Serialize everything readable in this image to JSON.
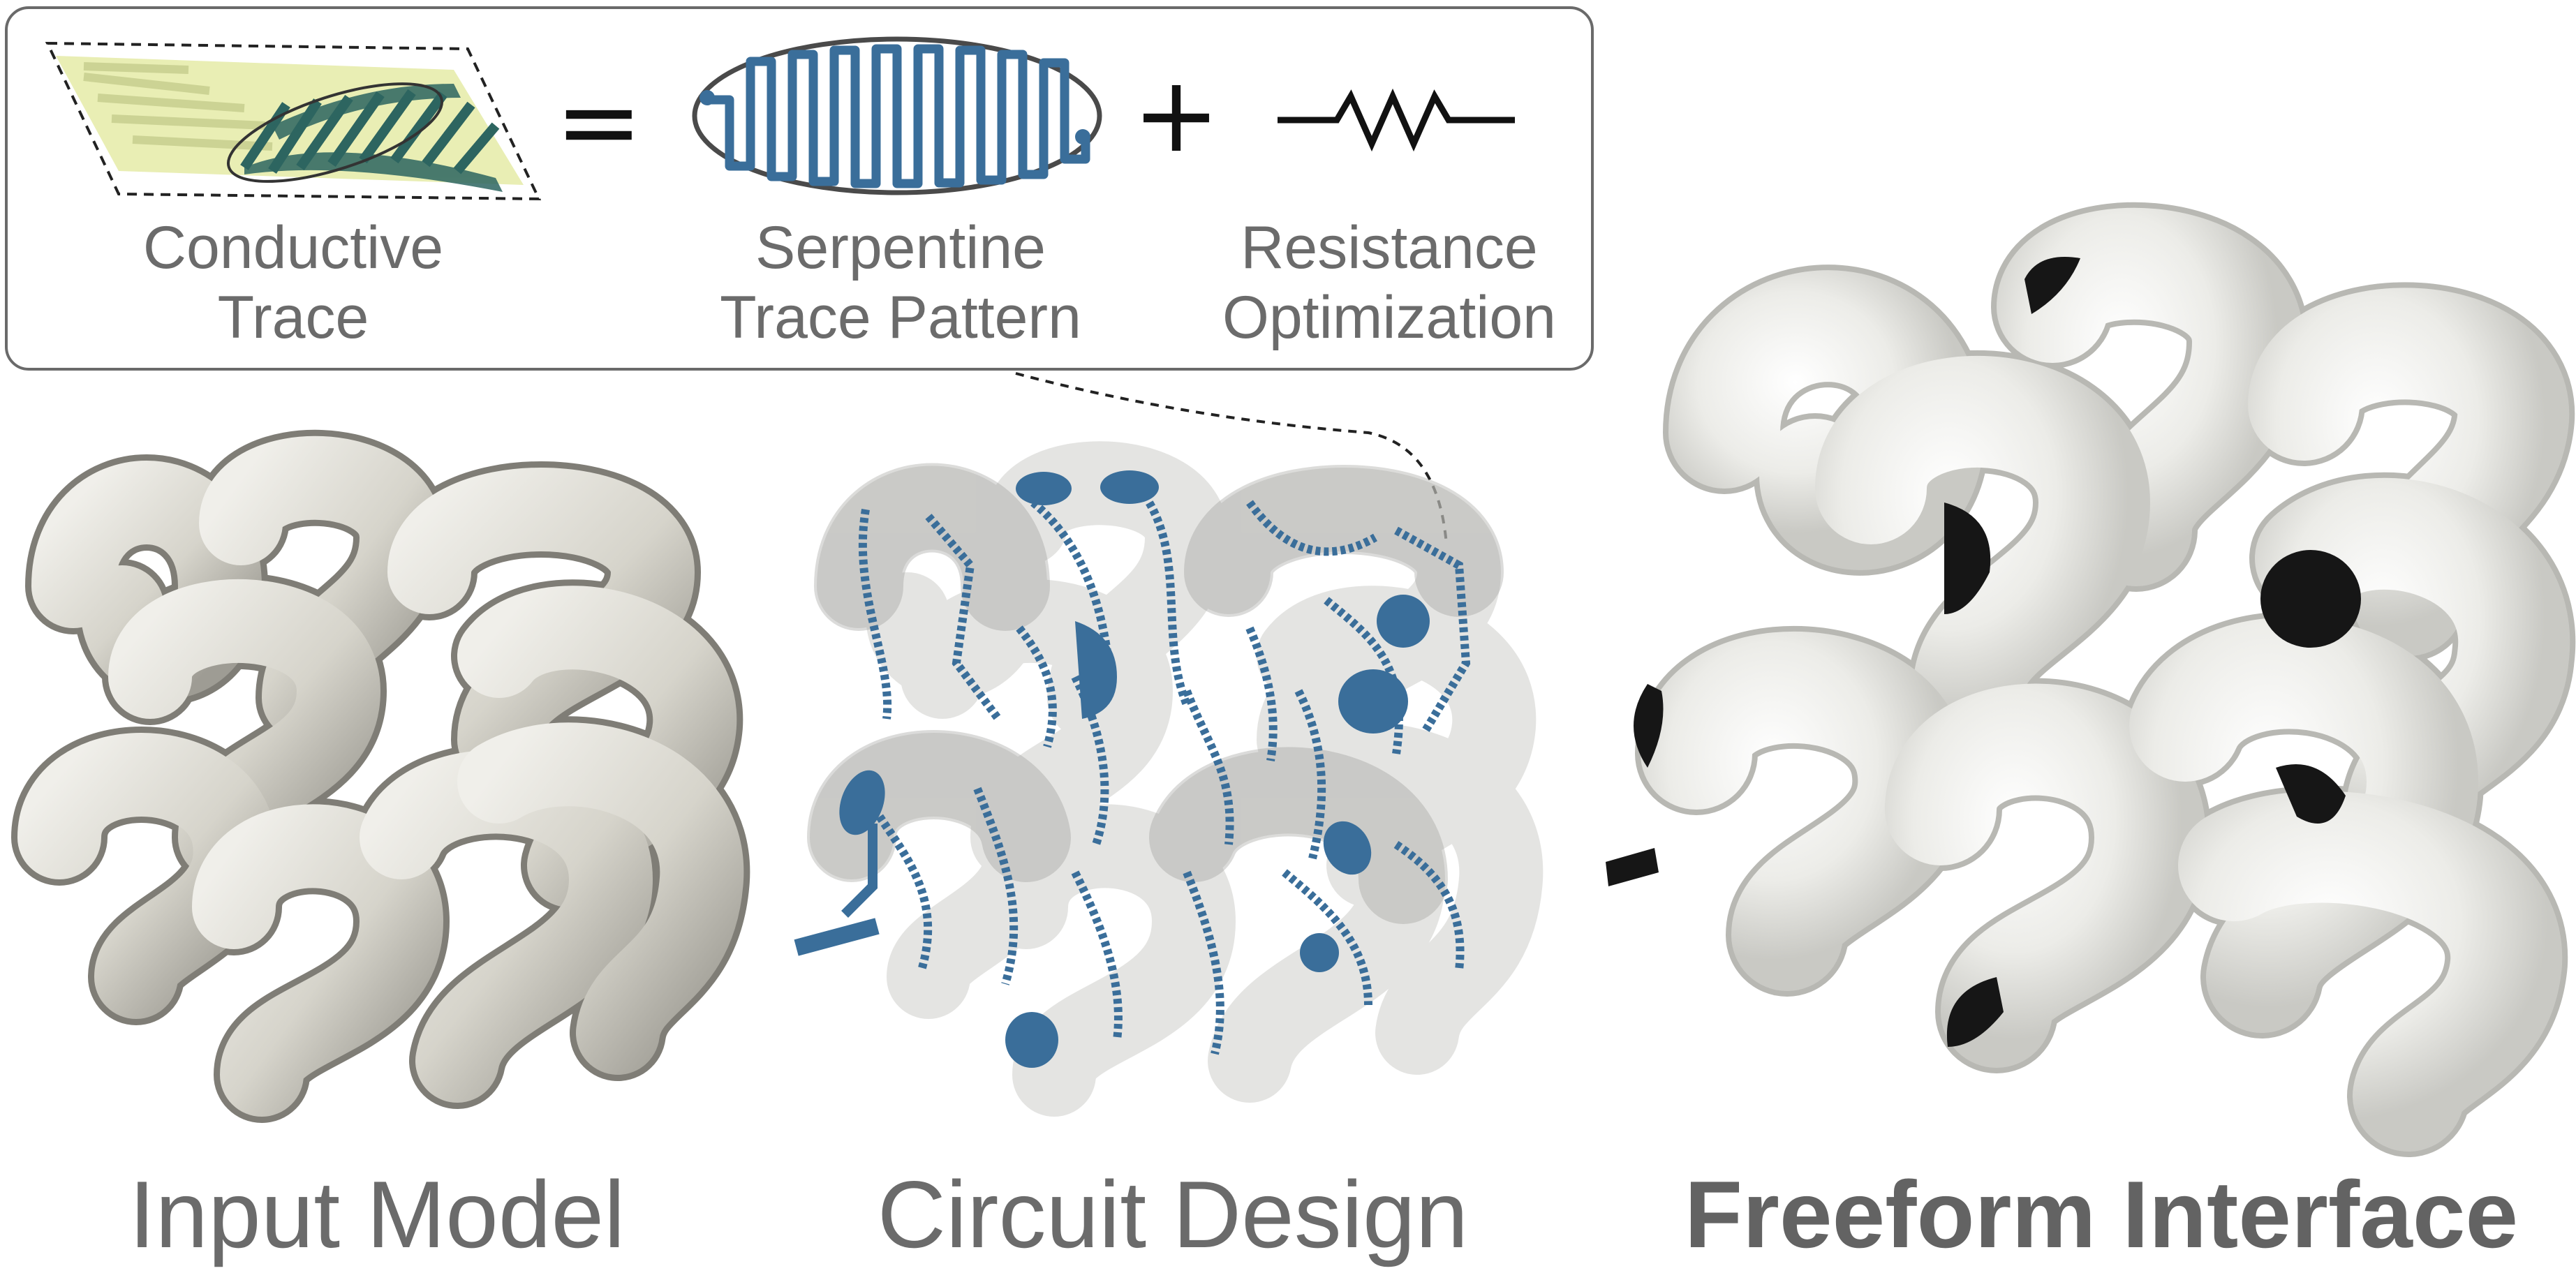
{
  "inset": {
    "conductive_trace": [
      "Conductive",
      "Trace"
    ],
    "serpentine": [
      "Serpentine",
      "Trace Pattern"
    ],
    "resistance": [
      "Resistance",
      "Optimization"
    ],
    "equals_sign": "=",
    "plus_sign": "+"
  },
  "labels": {
    "input_model": "Input Model",
    "circuit_design": "Circuit Design",
    "freeform_interface": "Freeform Interface"
  },
  "colors": {
    "trace_blue": "#3a6e9a",
    "trace_teal": "#2d6560",
    "pale_yellow": "#e9eeb4",
    "mesh_gray": "#d3d1c8",
    "print_white": "#efefec",
    "electrode_black": "#161616",
    "text_gray": "#6b6b6b"
  }
}
